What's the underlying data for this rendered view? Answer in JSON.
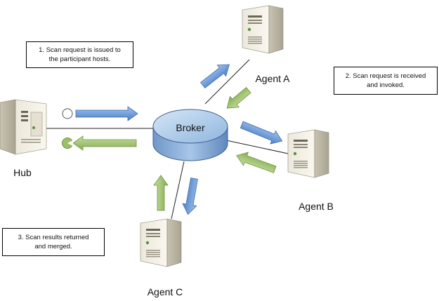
{
  "notes": {
    "step1": [
      "1. Scan request is issued to",
      "the participant hosts."
    ],
    "step2": [
      "2. Scan request is received",
      "and invoked."
    ],
    "step3": [
      "3. Scan results returned",
      "and merged."
    ]
  },
  "nodes": {
    "broker": "Broker",
    "hub": "Hub",
    "agent_a": "Agent A",
    "agent_b": "Agent B",
    "agent_c": "Agent C"
  },
  "colors": {
    "request_arrow": "#5b8ed6",
    "result_arrow": "#9bc06a",
    "broker_fill": "#8ab1db",
    "server_body": "#f3efe4"
  }
}
